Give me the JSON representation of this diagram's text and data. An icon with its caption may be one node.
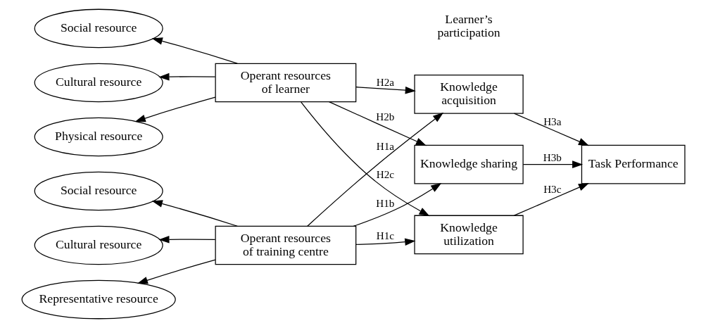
{
  "diagram": {
    "nodes": [
      {
        "text": [
          "Social resource"
        ]
      },
      {
        "text": [
          "Cultural resource"
        ]
      },
      {
        "text": [
          "Representative resource"
        ]
      },
      {
        "text": [
          "Operant resources of training centre"
        ]
      },
      {
        "text": [
          "Knowledge acquisition"
        ]
      },
      {
        "text": [
          "Knowledge sharing"
        ]
      },
      {
        "text": [
          "Knowledge utilization"
        ]
      },
      {
        "text": [
          "Task Performance"
        ]
      },
      {
        "text": [
          "Social resource"
        ]
      },
      {
        "text": [
          "Cultural resource"
        ]
      },
      {
        "text": [
          "Physical resource"
        ]
      },
      {
        "text": [
          "Operant resources of learner"
        ]
      }
    ],
    "edges": [
      {
        "from": 3,
        "to": 0,
        "arrow": "to"
      },
      {
        "from": 3,
        "to": 1,
        "arrow": "to"
      },
      {
        "from": 3,
        "to": 2,
        "arrow": "to"
      },
      {
        "from": 3,
        "to": 4,
        "arrow": "to",
        "label": "H1a"
      },
      {
        "from": 3,
        "to": 5,
        "arrow": "to",
        "label": "H1b"
      },
      {
        "from": 3,
        "to": 6,
        "arrow": "to",
        "label": "H1c"
      },
      {
        "from": 11,
        "to": 8,
        "arrow": "to"
      },
      {
        "from": 11,
        "to": 9,
        "arrow": "to"
      },
      {
        "from": 11,
        "to": 10,
        "arrow": "to"
      },
      {
        "from": 11,
        "to": 4,
        "arrow": "to",
        "label": "H2a"
      },
      {
        "from": 11,
        "to": 5,
        "arrow": "to",
        "label": "H2b"
      },
      {
        "from": 11,
        "to": 6,
        "arrow": "to",
        "label": "H2c"
      },
      {
        "from": 4,
        "to": 7,
        "arrow": "to",
        "label": "H3a"
      },
      {
        "from": 5,
        "to": 7,
        "arrow": "to",
        "label": "H3b"
      },
      {
        "from": 6,
        "to": 7,
        "arrow": "to",
        "label": "H3c"
      }
    ],
    "labels": [
      "Learner’s participation"
    ]
  }
}
